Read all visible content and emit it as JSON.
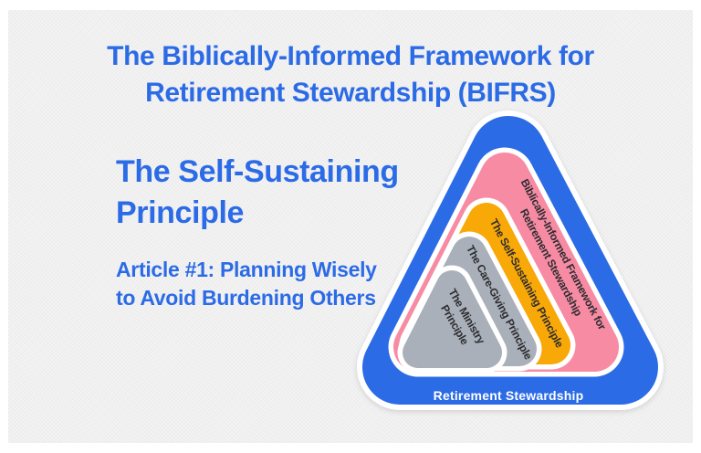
{
  "slide": {
    "title": {
      "line1": "The Biblically-Informed Framework for",
      "line2": "Retirement Stewardship (BIFRS)"
    },
    "principle": {
      "line1": "The Self-Sustaining",
      "line2": "Principle"
    },
    "article": {
      "line1": "Article #1: Planning Wisely",
      "line2": "to Avoid Burdening Others"
    }
  },
  "diagram": {
    "layers": [
      {
        "id": "retirement-stewardship",
        "label": "Retirement Stewardship",
        "color": "#2c6be6",
        "text_color": "#ffffff"
      },
      {
        "id": "bifrs-framework",
        "label_line1": "Biblically-Informed Framework for",
        "label_line2": "Retirement Stewardship",
        "color": "#f78ba4",
        "text_color": "#2c2c30"
      },
      {
        "id": "self-sustaining-principle",
        "label": "The Self-Sustaining Principle",
        "color": "#f8a807",
        "text_color": "#2c2c30"
      },
      {
        "id": "care-giving-principle",
        "label": "The Care-Giving Principle",
        "color": "#aab0b9",
        "text_color": "#2c2c30"
      },
      {
        "id": "ministry-principle",
        "label_line1": "The Ministry",
        "label_line2": "Principle",
        "color": "#aab0b9",
        "text_color": "#2c2c30"
      }
    ]
  },
  "colors": {
    "background": "#f3f3f4",
    "heading_text": "#2c6be6",
    "outline": "#ffffff"
  }
}
